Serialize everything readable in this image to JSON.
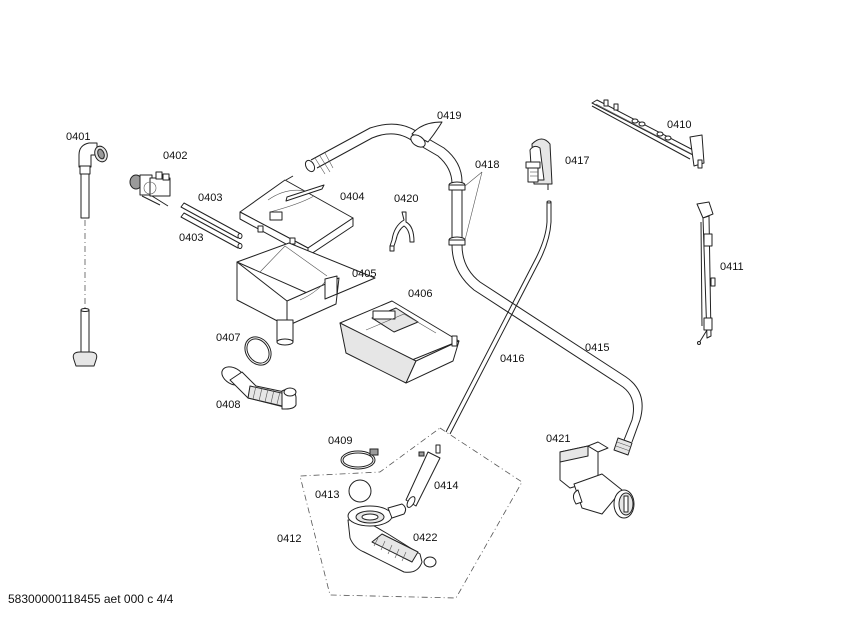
{
  "diagram": {
    "type": "exploded-parts-diagram",
    "parts": [
      {
        "id": "0401",
        "label": "0401",
        "description": "inlet hose with elbow and nut"
      },
      {
        "id": "0402",
        "label": "0402",
        "description": "solenoid valve"
      },
      {
        "id": "0403a",
        "label": "0403",
        "description": "rod"
      },
      {
        "id": "0403b",
        "label": "0403",
        "description": "rod"
      },
      {
        "id": "0404",
        "label": "0404",
        "description": "dispenser cover frame"
      },
      {
        "id": "0405",
        "label": "0405",
        "description": "dispenser housing"
      },
      {
        "id": "0406",
        "label": "0406",
        "description": "detergent drawer"
      },
      {
        "id": "0407",
        "label": "0407",
        "description": "seal ring"
      },
      {
        "id": "0408",
        "label": "0408",
        "description": "bellows hose"
      },
      {
        "id": "0409",
        "label": "0409",
        "description": "hose clamp"
      },
      {
        "id": "0410",
        "label": "0410",
        "description": "rail / strip"
      },
      {
        "id": "0411",
        "label": "0411",
        "description": "side rail"
      },
      {
        "id": "0412",
        "label": "0412",
        "description": "sump assembly (dashed group)"
      },
      {
        "id": "0413",
        "label": "0413",
        "description": "ball"
      },
      {
        "id": "0414",
        "label": "0414",
        "description": "heater / sensor tube"
      },
      {
        "id": "0415",
        "label": "0415",
        "description": "drain hose"
      },
      {
        "id": "0416",
        "label": "0416",
        "description": "pressure hose"
      },
      {
        "id": "0417",
        "label": "0417",
        "description": "pressure switch"
      },
      {
        "id": "0418",
        "label": "0418",
        "description": "hose clips"
      },
      {
        "id": "0419",
        "label": "0419",
        "description": "hose holder"
      },
      {
        "id": "0420",
        "label": "0420",
        "description": "fork holder"
      },
      {
        "id": "0421",
        "label": "0421",
        "description": "drain pump"
      },
      {
        "id": "0422",
        "label": "0422",
        "description": "sump hose"
      }
    ]
  },
  "footer": {
    "text": "58300000118455 aet 000 c 4/4"
  }
}
